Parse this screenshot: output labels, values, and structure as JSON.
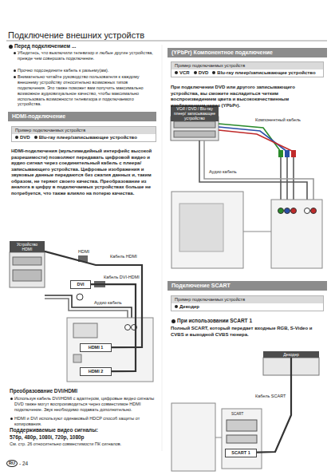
{
  "diagram": {
    "title": "Подключение внешних устройств",
    "nodes": [
      {
        "text": [
          "HDMI-подключение"
        ]
      },
      {
        "text": [
          "Пример подключаемых устройств",
          "DVD",
          "Blu-ray плеер/записывающее устройство"
        ]
      },
      {
        "text": [
          "Устройство HDMI"
        ]
      },
      {
        "text": [
          "HDMI 1"
        ]
      },
      {
        "text": [
          "DVI"
        ]
      },
      {
        "text": [
          "HDMI 2"
        ]
      },
      {
        "text": [
          "(YPbPr) Компонентное подключение"
        ]
      },
      {
        "text": [
          "Пример подключаемых устройств",
          "VCR",
          "DVD",
          "Blu-ray плеер/записывающее устройство"
        ]
      },
      {
        "text": [
          "VCR / DVD / Blu-ray плеер/ записывающее устройство"
        ]
      },
      {
        "text": [
          "Подключение SCART"
        ]
      },
      {
        "text": [
          "Пример подключаемых устройств",
          "Декодер"
        ]
      },
      {
        "text": [
          "Декодер"
        ]
      },
      {
        "text": [
          "SCART 1"
        ]
      }
    ],
    "edges": [
      {
        "from": 2,
        "to": 3,
        "label": "Кабель HDMI",
        "arrow": "none"
      },
      {
        "from": 4,
        "to": 5,
        "label": "Кабель DVI-HDMI",
        "arrow": "none"
      },
      {
        "from": 11,
        "to": 12,
        "label": "Кабель SCART",
        "arrow": "none"
      }
    ],
    "labels": [
      "Перед подключением ...",
      "Убедитесь, что выключили телевизор и любые другие устройства, прежде чем совершать подключение.",
      "Прочно подсоедините кабель к разъему(ам).",
      "Внимательно читайте руководство пользователя к каждому внешнему устройству относительно возможных типов подключения. Это также поможет вам получить максимально возможное аудиовизуальное качество, чтобы максимально использовать возможности телевизора и подключаемого устройства.",
      "HDMI-подключения (мультимедийный интерфейс высокой разрешимости) позволяют передавать цифровой видео и аудио сигнал через соединительный кабель с плеера/записывающего устройства. Цифровые изображения и звуковые данные передаются без сжатия данных и, таким образом, не теряют своего качества. Преобразование из аналога в цифру в подключаемых устройствах больше не потребуется, что также влияло на потерю качества.",
      "HDMI",
      "Аудио кабель",
      "Преобразование DVI/HDMI",
      "Используя кабель DVI/HDMI с адаптером, цифровые видео сигналы DVD также могут воспроизводиться через совместимое HDMI подключение. Звук необходимо подавать дополнительно.",
      "HDMI и DVI используют одинаковый HDCP способ защиты от копирования.",
      "Поддерживаемые видео сигналы:",
      "576p, 480p, 1080i, 720p, 1080p",
      "См. стр. 26 относительно совместимости ПК сигналов.",
      "При подключении DVD или другого записывающего устройства, вы сможете насладиться четким воспроизведением цвета и высококачественным изображением через (YPbPr).",
      "Компонентный кабель",
      "Аудио кабель",
      "При использовании SCART 1",
      "Полный SCART, который передает входные RGB, S-Video и CVBS и выходной CVBS тюнера.",
      "SCART",
      "RU",
      "- 24"
    ]
  }
}
